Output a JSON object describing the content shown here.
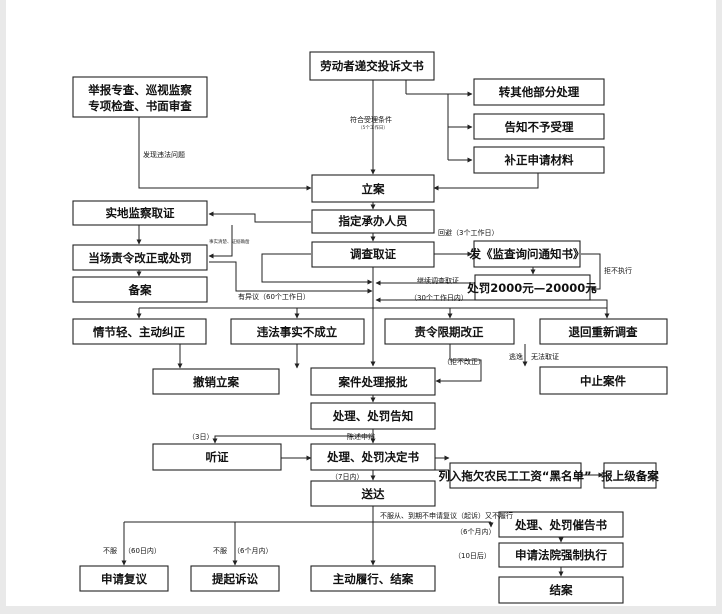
{
  "boxes": {
    "complaint": "劳动者递交投诉文书",
    "inspection_line1": "举报专查、巡视监察",
    "inspection_line2": "专项检查、书面审查",
    "transfer": "转其他部分处理",
    "notify_reject": "告知不予受理",
    "supplement": "补正申请材料",
    "register": "立案",
    "onsite": "实地监察取证",
    "assign": "指定承办人员",
    "investigate": "调查取证",
    "inquiry_notice": "发《监查询问通知书》",
    "order_correct": "当场责令改正或处罚",
    "record": "备案",
    "fine": "处罚2000元—20000元",
    "minor": "情节轻、主动纠正",
    "not_established": "违法事实不成立",
    "deadline_correct": "责令限期改正",
    "reinvestigate": "退回重新调查",
    "revoke": "撤销立案",
    "approve": "案件处理报批",
    "suspend": "中止案件",
    "pre_notice": "处理、处罚告知",
    "hearing": "听证",
    "decision": "处理、处罚决定书",
    "blacklist": "列入拖欠农民工工资“黑名单”",
    "report_up": "报上级备案",
    "serve": "送达",
    "urge": "处理、处罚催告书",
    "reconsider": "申请复议",
    "lawsuit": "提起诉讼",
    "fulfill": "主动履行、结案",
    "enforce": "申请法院强制执行",
    "close": "结案"
  },
  "labels": {
    "accept_cond": "符合受理条件",
    "accept_days": "（5个工作日）",
    "found_violation": "发现违法问题",
    "clear_facts": "事实清楚、证据确凿",
    "reply": "回避（3个工作日）",
    "refuse_exec": "拒不执行",
    "continue_invest": "继续调查取证",
    "objection": "有异议（60个工作日）",
    "days30": "（30个工作日内）",
    "refuse_correct": "（拒不改正）",
    "escape": "逃逸",
    "no_evidence": "无法取证",
    "days3": "（3日）",
    "statement": "陈述申辩",
    "days7": "（7日内）",
    "not_comply": "不服从、到期不申请复议（起诉）又不履行",
    "months6_right": "（6个月内）",
    "days10": "（10日后）",
    "not_accept1": "不服",
    "days60": "（60日内）",
    "not_accept2": "不服",
    "months6_left": "（6个月内）"
  }
}
